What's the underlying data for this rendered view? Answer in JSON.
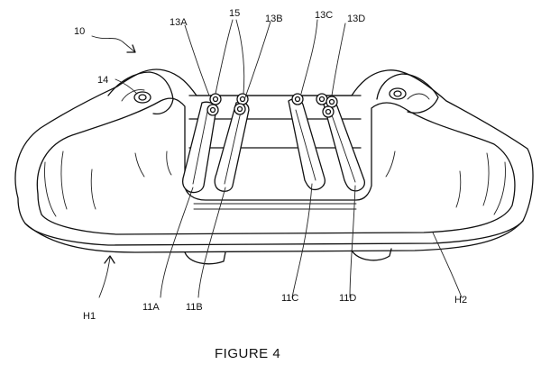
{
  "figure": {
    "caption": "FIGURE 4",
    "labels": {
      "ref_10": "10",
      "ref_14": "14",
      "ref_15": "15",
      "ref_13A": "13A",
      "ref_13B": "13B",
      "ref_13C": "13C",
      "ref_13D": "13D",
      "ref_11A": "11A",
      "ref_11B": "11B",
      "ref_11C": "11C",
      "ref_11D": "11D",
      "ref_H1": "H1",
      "ref_H2": "H2"
    }
  }
}
